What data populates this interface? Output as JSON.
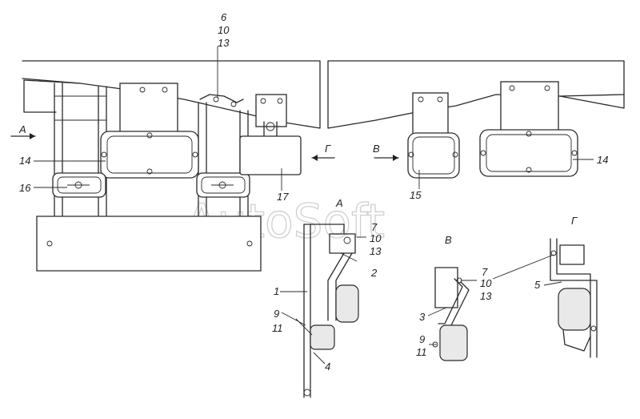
{
  "labels": {
    "l6": "6",
    "l10a": "10",
    "l13a": "13",
    "A": "А",
    "G": "Г",
    "V": "В",
    "l14L": "14",
    "l16": "16",
    "l17": "17",
    "l15": "15",
    "l14R": "14",
    "viewA": "А",
    "viewV": "В",
    "viewG": "Г",
    "l7a": "7",
    "l10b": "10",
    "l13b": "13",
    "l2": "2",
    "l1": "1",
    "l9a": "9",
    "l11a": "11",
    "l4": "4",
    "l7b": "7",
    "l10c": "10",
    "l13c": "13",
    "l3": "3",
    "l9b": "9",
    "l11b": "11",
    "l5": "5"
  },
  "watermark": "AutoSoft"
}
